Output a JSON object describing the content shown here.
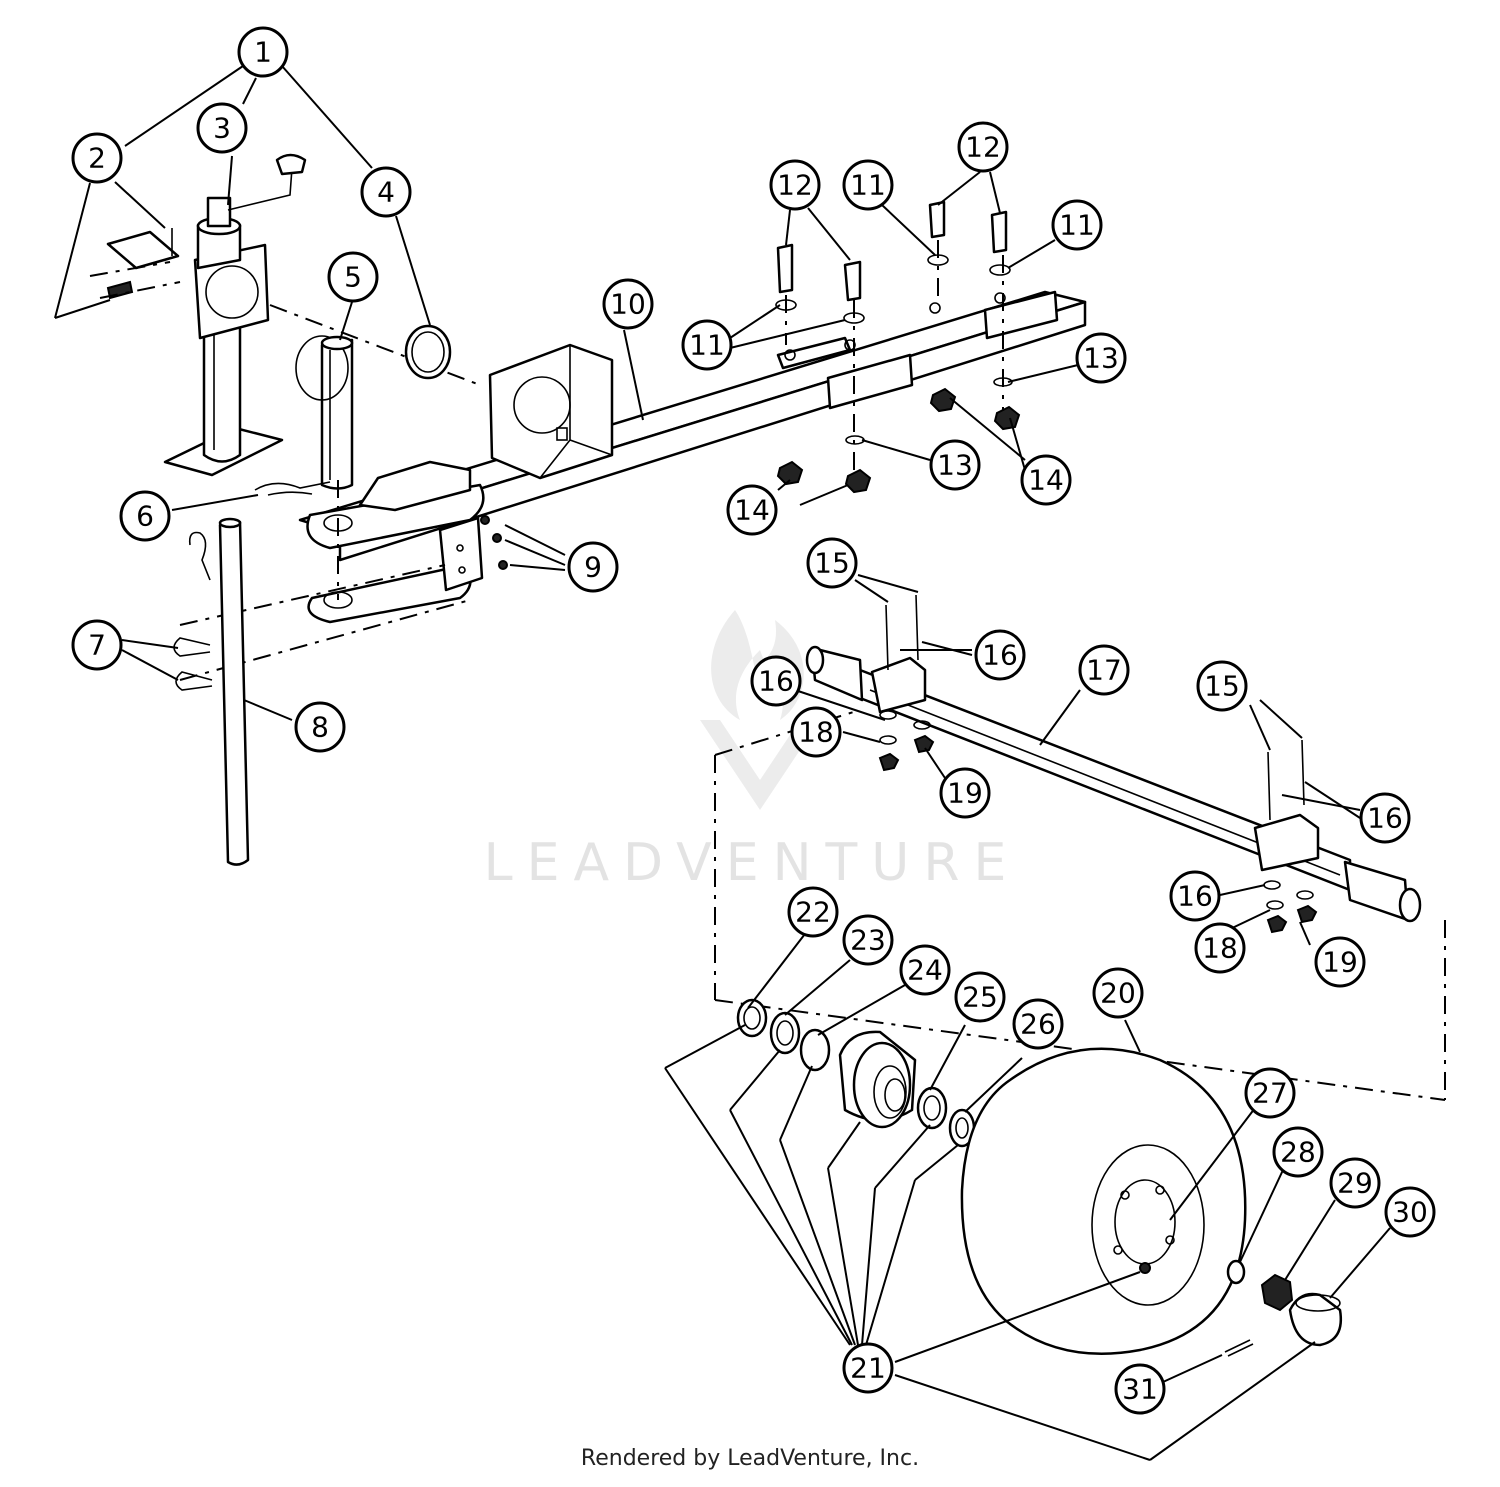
{
  "watermark": "LEADVENTURE",
  "footer": "Rendered by LeadVenture, Inc.",
  "callouts": [
    {
      "id": "c1",
      "label": "1"
    },
    {
      "id": "c2",
      "label": "2"
    },
    {
      "id": "c3",
      "label": "3"
    },
    {
      "id": "c4",
      "label": "4"
    },
    {
      "id": "c5",
      "label": "5"
    },
    {
      "id": "c6",
      "label": "6"
    },
    {
      "id": "c7",
      "label": "7"
    },
    {
      "id": "c8",
      "label": "8"
    },
    {
      "id": "c9",
      "label": "9"
    },
    {
      "id": "c10",
      "label": "10"
    },
    {
      "id": "c11a",
      "label": "11"
    },
    {
      "id": "c11b",
      "label": "11"
    },
    {
      "id": "c11c",
      "label": "11"
    },
    {
      "id": "c12a",
      "label": "12"
    },
    {
      "id": "c12b",
      "label": "12"
    },
    {
      "id": "c13a",
      "label": "13"
    },
    {
      "id": "c13b",
      "label": "13"
    },
    {
      "id": "c14a",
      "label": "14"
    },
    {
      "id": "c14b",
      "label": "14"
    },
    {
      "id": "c15a",
      "label": "15"
    },
    {
      "id": "c15b",
      "label": "15"
    },
    {
      "id": "c16a",
      "label": "16"
    },
    {
      "id": "c16b",
      "label": "16"
    },
    {
      "id": "c16c",
      "label": "16"
    },
    {
      "id": "c16d",
      "label": "16"
    },
    {
      "id": "c17",
      "label": "17"
    },
    {
      "id": "c18a",
      "label": "18"
    },
    {
      "id": "c18b",
      "label": "18"
    },
    {
      "id": "c19a",
      "label": "19"
    },
    {
      "id": "c19b",
      "label": "19"
    },
    {
      "id": "c20",
      "label": "20"
    },
    {
      "id": "c21",
      "label": "21"
    },
    {
      "id": "c22",
      "label": "22"
    },
    {
      "id": "c23",
      "label": "23"
    },
    {
      "id": "c24",
      "label": "24"
    },
    {
      "id": "c25",
      "label": "25"
    },
    {
      "id": "c26",
      "label": "26"
    },
    {
      "id": "c27",
      "label": "27"
    },
    {
      "id": "c28",
      "label": "28"
    },
    {
      "id": "c29",
      "label": "29"
    },
    {
      "id": "c30",
      "label": "30"
    },
    {
      "id": "c31",
      "label": "31"
    }
  ]
}
